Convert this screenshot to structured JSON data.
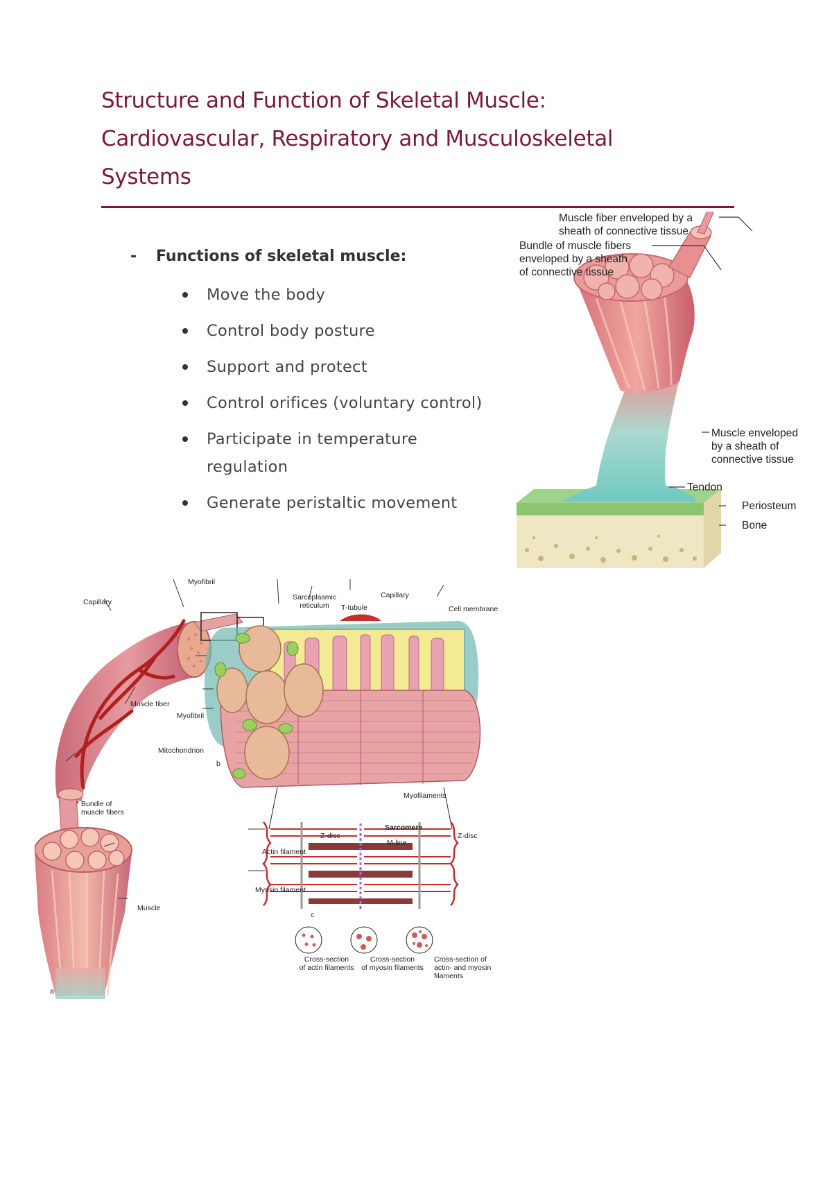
{
  "document": {
    "title": "Structure and Function of Skeletal Muscle: Cardiovascular, Respiratory and Musculoskeletal Systems",
    "title_lines": [
      "Structure and Function of Skeletal Muscle:",
      "Cardiovascular, Respiratory and Musculoskeletal",
      "Systems"
    ],
    "accent_color": "#7b1a36"
  },
  "functions": {
    "dash": "-",
    "heading": "Functions of skeletal muscle:",
    "items": [
      {
        "lines": [
          "Move the body"
        ]
      },
      {
        "lines": [
          "Control body posture"
        ]
      },
      {
        "lines": [
          "Support and protect"
        ]
      },
      {
        "lines": [
          "Control orifices (voluntary control)"
        ]
      },
      {
        "lines": [
          "Participate in temperature",
          "regulation"
        ]
      },
      {
        "lines": [
          "Generate peristaltic movement"
        ]
      }
    ]
  },
  "figure_muscle": {
    "labels": {
      "fiber_1": "Muscle fiber enveloped by a",
      "fiber_2": "sheath of connective tissue",
      "bundle_1": "Bundle of muscle fibers",
      "bundle_2": "enveloped by a sheath",
      "bundle_3": "of connective tissue",
      "muscle_1": "Muscle enveloped",
      "muscle_2": "by a sheath of",
      "muscle_3": "connective tissue",
      "tendon": "Tendon",
      "periosteum": "Periosteum",
      "bone": "Bone"
    }
  },
  "figure_fiber": {
    "labels": {
      "capillary_a": "Capillary",
      "myofibril_top": "Myofibril",
      "muscle_fiber": "Muscle fiber",
      "sarcoplasmic_1": "Sarcoplasmic",
      "sarcoplasmic_2": "reticulum",
      "t_tubule": "T-tubule",
      "capillary_b": "Capillary",
      "cell_membrane": "Cell membrane",
      "myofibril_mid": "Myofibril",
      "mitochondrion": "Mitochondrion",
      "panel_b": "b",
      "myofilaments": "Myofilaments",
      "bundle_1": "Bundle of",
      "bundle_2": "muscle fibers",
      "muscle": "Muscle",
      "panel_a": "a",
      "sarcomere": "Sarcomere",
      "z_disc_left": "Z-disc",
      "m_line": "M-line",
      "z_disc_right": "Z-disc",
      "actin_filament": "Actin filament",
      "myosin_filament": "Myosin filament",
      "panel_c": "c",
      "cs_actin_1": "Cross-section",
      "cs_actin_2": "of actin filaments",
      "cs_myosin_1": "Cross-section",
      "cs_myosin_2": "of myosin filaments",
      "cs_both_1": "Cross-section of",
      "cs_both_2": "actin- and myosin",
      "cs_both_3": "filaments"
    }
  }
}
